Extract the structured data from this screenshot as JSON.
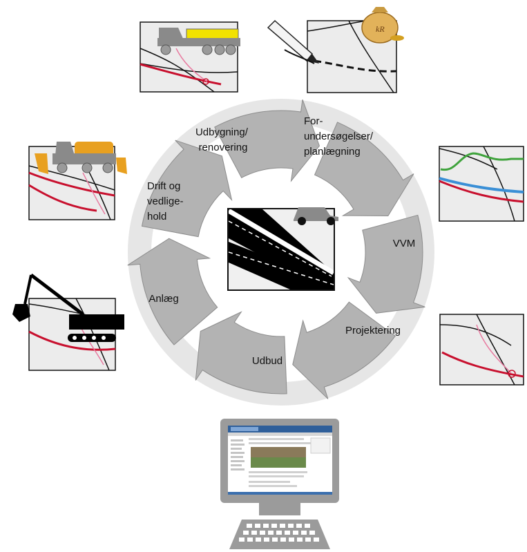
{
  "stages": [
    {
      "lines": [
        "Udbygning/",
        "renovering"
      ]
    },
    {
      "lines": [
        "For-",
        "undersøgelser/",
        "planlægning"
      ]
    },
    {
      "lines": [
        "VVM"
      ]
    },
    {
      "lines": [
        "Projektering"
      ]
    },
    {
      "lines": [
        "Udbud"
      ]
    },
    {
      "lines": [
        "Anlæg"
      ]
    },
    {
      "lines": [
        "Drift og",
        "vedlige-",
        "hold"
      ]
    }
  ],
  "money_bag_text": "kR",
  "colors": {
    "arrow_fill": "#b3b3b3",
    "ring": "#e6e6e6",
    "panel_bg": "#ececec",
    "road_red": "#c8102e",
    "road_pink": "#e87ba0",
    "green": "#3fa33c",
    "blue": "#3a8fd6",
    "truck_yellow": "#f2e200",
    "truck_orange": "#e8a020"
  },
  "icons": [
    "truck-icon",
    "pencil-icon",
    "money-bag-icon",
    "car-icon",
    "bulldozer-icon",
    "excavator-icon",
    "computer-icon",
    "keyboard-icon"
  ]
}
